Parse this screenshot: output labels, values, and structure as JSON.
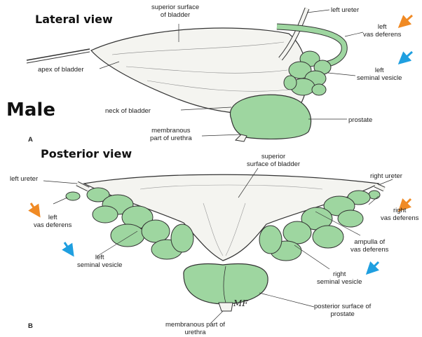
{
  "headings": {
    "lateral": "Lateral view",
    "male": "Male",
    "posterior": "Posterior view"
  },
  "panel_letters": {
    "a": "A",
    "b": "B"
  },
  "lateral_labels": {
    "superior_surface": "superior surface\nof bladder",
    "left_ureter": "left ureter",
    "left_vas_deferens": "left\nvas deferens",
    "apex": "apex of bladder",
    "left_seminal_vesicle": "left\nseminal vesicle",
    "neck": "neck of bladder",
    "prostate": "prostate",
    "membranous_urethra": "membranous\npart of urethra"
  },
  "posterior_labels": {
    "superior_surface": "superior\nsurface of bladder",
    "left_ureter": "left ureter",
    "right_ureter": "right ureter",
    "left_vas_deferens": "left\nvas deferens",
    "right_vas_deferens": "right\nvas deferens",
    "ampulla": "ampulla of\nvas deferens",
    "left_seminal_vesicle": "left\nseminal vesicle",
    "right_seminal_vesicle": "right\nseminal vesicle",
    "posterior_surface_prostate": "posterior surface of\nprostate",
    "membranous_urethra": "membranous part of\nurethra",
    "signature": "MF"
  },
  "colors": {
    "gland_green": "#9ed6a0",
    "bladder_fill": "#f4f4f0",
    "outline": "#333333",
    "vas_arrow": "#f08a24",
    "vesicle_arrow": "#1f9fe0"
  },
  "icons": [
    "orange-arrow-icon",
    "blue-arrow-icon"
  ]
}
